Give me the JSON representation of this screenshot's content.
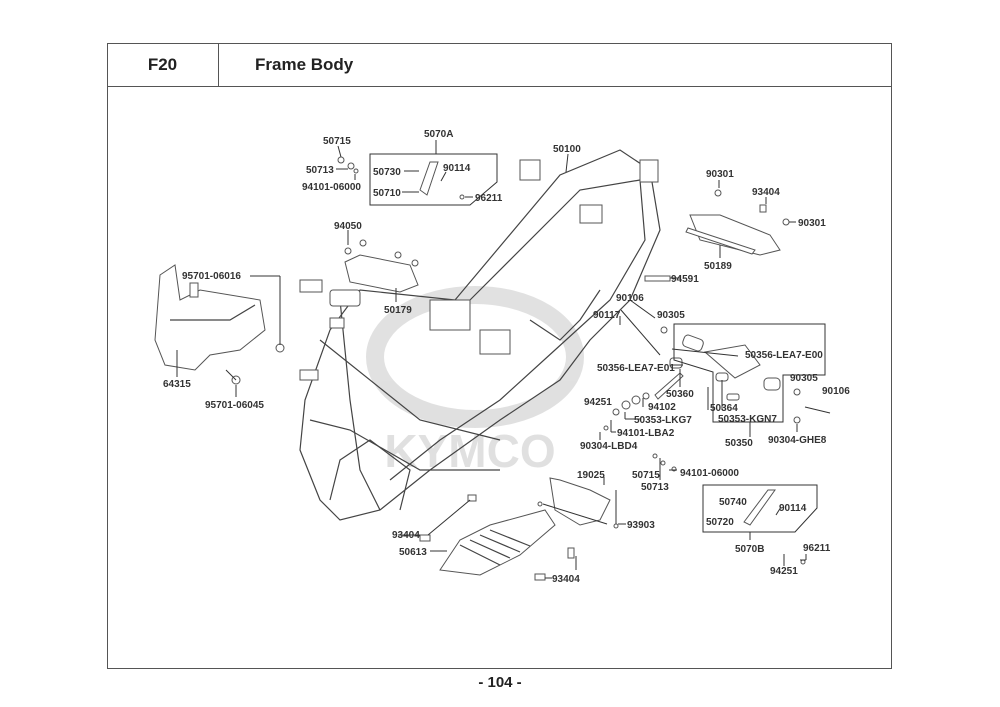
{
  "header": {
    "section_code": "F20",
    "title": "Frame Body"
  },
  "footer": {
    "page_number": "- 104 -"
  },
  "watermark": "KYMCO",
  "labels": {
    "p50715a": "50715",
    "p50713a": "50713",
    "p94101a": "94101-06000",
    "p5070A": "5070A",
    "p50730": "50730",
    "p90114a": "90114",
    "p50710": "50710",
    "p96211a": "96211",
    "p50100": "50100",
    "p90301a": "90301",
    "p93404a": "93404",
    "p90301b": "90301",
    "p50189": "50189",
    "p94591": "94591",
    "p94050": "94050",
    "p50179": "50179",
    "p95701a": "95701-06016",
    "p64315": "64315",
    "p95701b": "95701-06045",
    "p90106a": "90106",
    "p90117": "90117",
    "p90305a": "90305",
    "p50356e00": "50356-LEA7-E00",
    "p50356e01": "50356-LEA7-E01",
    "p50360": "50360",
    "p94251a": "94251",
    "p94102": "94102",
    "p50353lkg": "50353-LKG7",
    "p94101lba": "94101-LBA2",
    "p90304lbd": "90304-LBD4",
    "p50364": "50364",
    "p50353kgn": "50353-KGN7",
    "p50350": "50350",
    "p90305b": "90305",
    "p90106b": "90106",
    "p90304ghe": "90304-GHE8",
    "p19025": "19025",
    "p50715b": "50715",
    "p50713b": "50713",
    "p94101b": "94101-06000",
    "p93903": "93903",
    "p93404b": "93404",
    "p50613": "50613",
    "p93404c": "93404",
    "p50740": "50740",
    "p90114b": "90114",
    "p50720": "50720",
    "p5070B": "5070B",
    "p96211b": "96211",
    "p94251b": "94251"
  }
}
